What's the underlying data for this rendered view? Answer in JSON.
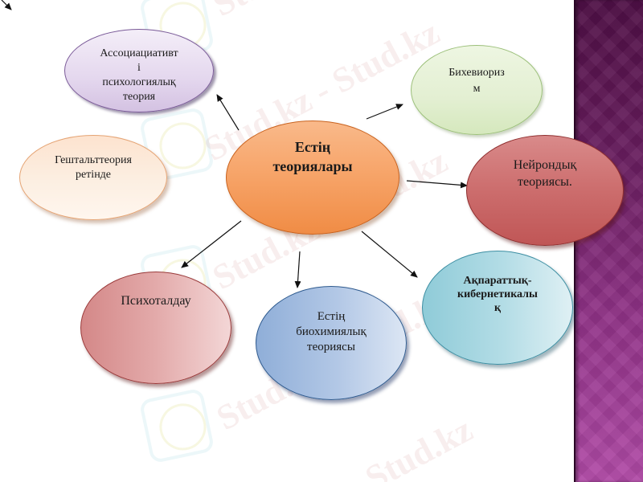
{
  "slide": {
    "background": "#ffffff",
    "side_band_colors": [
      "#4e0f45",
      "#b04aa6"
    ]
  },
  "watermark": {
    "text": "Stud.kz",
    "text_long": "Stud.kz - Stud.kz"
  },
  "diagram": {
    "center": {
      "label": "Естің\nтеориялары",
      "color": "#f7a56a"
    },
    "nodes": [
      {
        "id": "assoc",
        "label": "Ассоциациативт\nі\nпсихологиялық\nтеория",
        "color": "#e4d7ee"
      },
      {
        "id": "gestalt",
        "label": "Гештальттеория\nретінде",
        "color": "#fcefe2"
      },
      {
        "id": "behav",
        "label": "Бихевиориз\nм",
        "color": "#e3efd2"
      },
      {
        "id": "neuro",
        "label": "Нейрондық\nтеориясы.",
        "color": "#cc6d6d"
      },
      {
        "id": "info",
        "label": "Ақпараттық-\nкибернетикалы\nқ",
        "color": "#b4dde6"
      },
      {
        "id": "bio",
        "label": "Естің\nбиохимиялық\nтеориясы",
        "color": "#b3c8e6"
      },
      {
        "id": "psycho",
        "label": "Психоталдау",
        "color": "#e3aaaa"
      }
    ]
  }
}
